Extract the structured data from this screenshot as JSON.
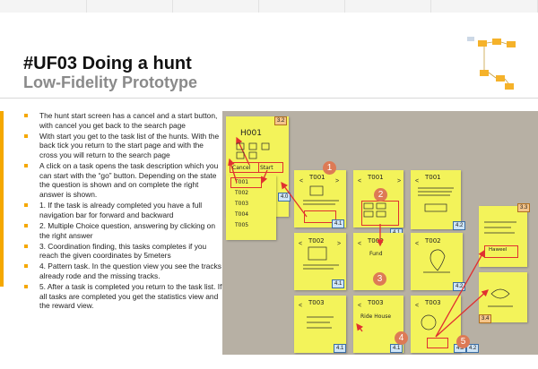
{
  "title": "#UF03 Doing a hunt",
  "subtitle": "Low-Fidelity Prototype",
  "bullets": [
    "The hunt start screen has a cancel and a start button, with cancel you get back to the search page",
    "With start you get to the task list of the hunts. With the back tick you return to the start page and with the cross you will return to the search page",
    "A click on a task opens the task description which you can start with the “go” button. Depending on the state the question is shown and on complete the right answer is shown.",
    "1. If the task is already completed you have a full navigation bar for forward and backward",
    "2. Multiple Choice question, answering by clicking on the right answer",
    "3. Coordination finding, this tasks completes if you reach the given coordinates by 5meters",
    "4. Pattern task. In the question view you see the tracks already rode and the missing tracks.",
    "5. After a task is completed you return to the task list. If all tasks are completed you get the statistics view and the reward view."
  ],
  "photo": {
    "notes": {
      "hunt_title": "H001",
      "cancel": "Cancel",
      "start": "Start",
      "tasks": [
        "T001",
        "T002",
        "T003",
        "T004",
        "T005"
      ],
      "task_screen_titles": [
        "T001",
        "T001",
        "T001",
        "T002",
        "T002",
        "T002",
        "T003",
        "T003",
        "T003"
      ],
      "handwritten": [
        "Fund",
        "Ride House",
        "Haweel"
      ]
    },
    "screen_tags": [
      "3.2",
      "4.0",
      "4.1",
      "4.1",
      "4.2",
      "4.1",
      "4.2",
      "4.1",
      "4.2",
      "4.1",
      "4.2",
      "3.3",
      "3.4"
    ],
    "step_markers": [
      "1",
      "2",
      "3",
      "4",
      "5"
    ]
  },
  "colors": {
    "accent": "#f5a800",
    "annotation": "#e03030",
    "marker": "#dd7a55"
  }
}
